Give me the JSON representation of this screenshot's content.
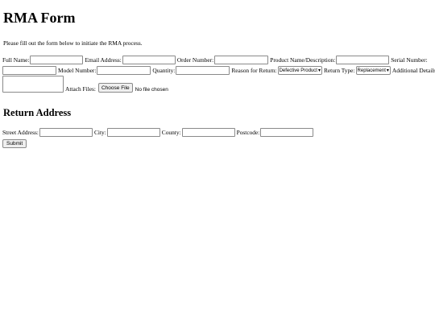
{
  "form": {
    "title": "RMA Form",
    "intro": "Please fill out the form below to initiate the RMA process.",
    "fields": {
      "full_name": {
        "label": "Full Name:",
        "value": ""
      },
      "email": {
        "label": "Email Address:",
        "value": ""
      },
      "order_number": {
        "label": "Order Number:",
        "value": ""
      },
      "product_name": {
        "label": "Product Name/Description:",
        "value": ""
      },
      "serial_number": {
        "label": "Serial Number:",
        "value": ""
      },
      "model_number": {
        "label": "Model Number:",
        "value": ""
      },
      "quantity": {
        "label": "Quantity:",
        "value": ""
      },
      "reason": {
        "label": "Reason for Return:",
        "selected": "Defective Product"
      },
      "return_type": {
        "label": "Return Type:",
        "selected": "Replacement"
      },
      "additional_details": {
        "label": "Additional Details:",
        "value": ""
      },
      "attach_files": {
        "label": "Attach Files:",
        "button": "Choose File",
        "status": "No file chosen"
      }
    },
    "submit_label": "Submit"
  },
  "address": {
    "title": "Return Address",
    "fields": {
      "street": {
        "label": "Street Address:",
        "value": ""
      },
      "city": {
        "label": "City:",
        "value": ""
      },
      "county": {
        "label": "County:",
        "value": ""
      },
      "postcode": {
        "label": "Postcode:",
        "value": ""
      }
    }
  },
  "icons": {
    "select_chevron": "chevron-down-icon"
  }
}
